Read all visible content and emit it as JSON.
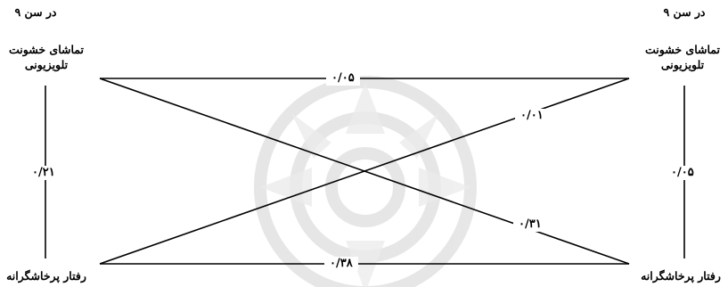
{
  "left": {
    "age": "در سن ۹",
    "tv_violence": [
      "تماشای خشونت",
      "تلویزیونی"
    ],
    "aggression": "رفتار پرخاشگرانه"
  },
  "right": {
    "age": "در سن ۹",
    "tv_violence": [
      "تماشای خشونت",
      "تلویزیونی"
    ],
    "aggression": "رفتار پرخاشگرانه"
  },
  "coefficients": {
    "left_vertical": "۰/۲۱",
    "right_vertical": "۰/۰۵",
    "top_horizontal": "۰/۰۵",
    "bottom_horizontal": "۰/۳۸",
    "diag_up": "۰/۰۱",
    "diag_down": "۰/۳۱"
  },
  "colors": {
    "line": "#000000",
    "watermark": "#e4e4e4"
  }
}
